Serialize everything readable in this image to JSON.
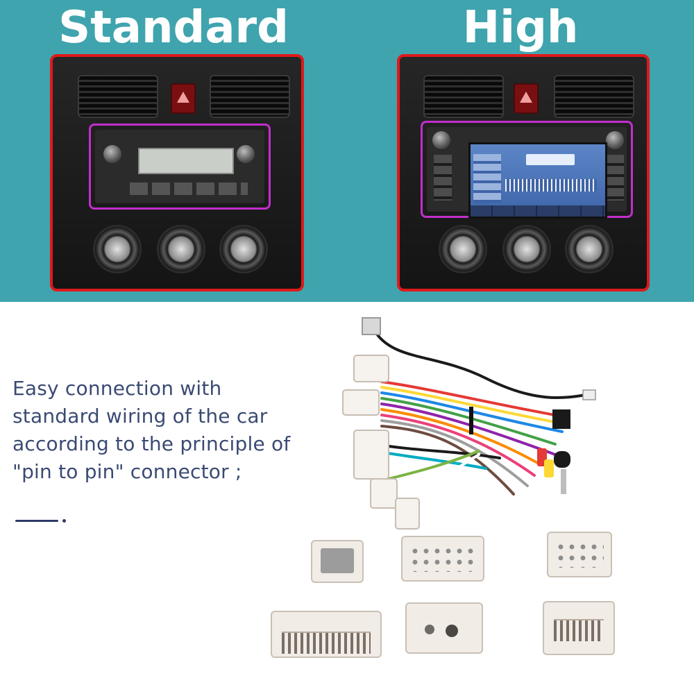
{
  "comparison": {
    "left_label": "Standard",
    "right_label": "High",
    "frame_color": "#e01919",
    "outline_color": "#c22ecc",
    "background_color": "#3fa4ae"
  },
  "description": {
    "lines": [
      "Easy connection with",
      "standard wiring of the car",
      "according to the principle of",
      "\"pin to pin\" connector ;"
    ],
    "text_color": "#3a4a73"
  }
}
